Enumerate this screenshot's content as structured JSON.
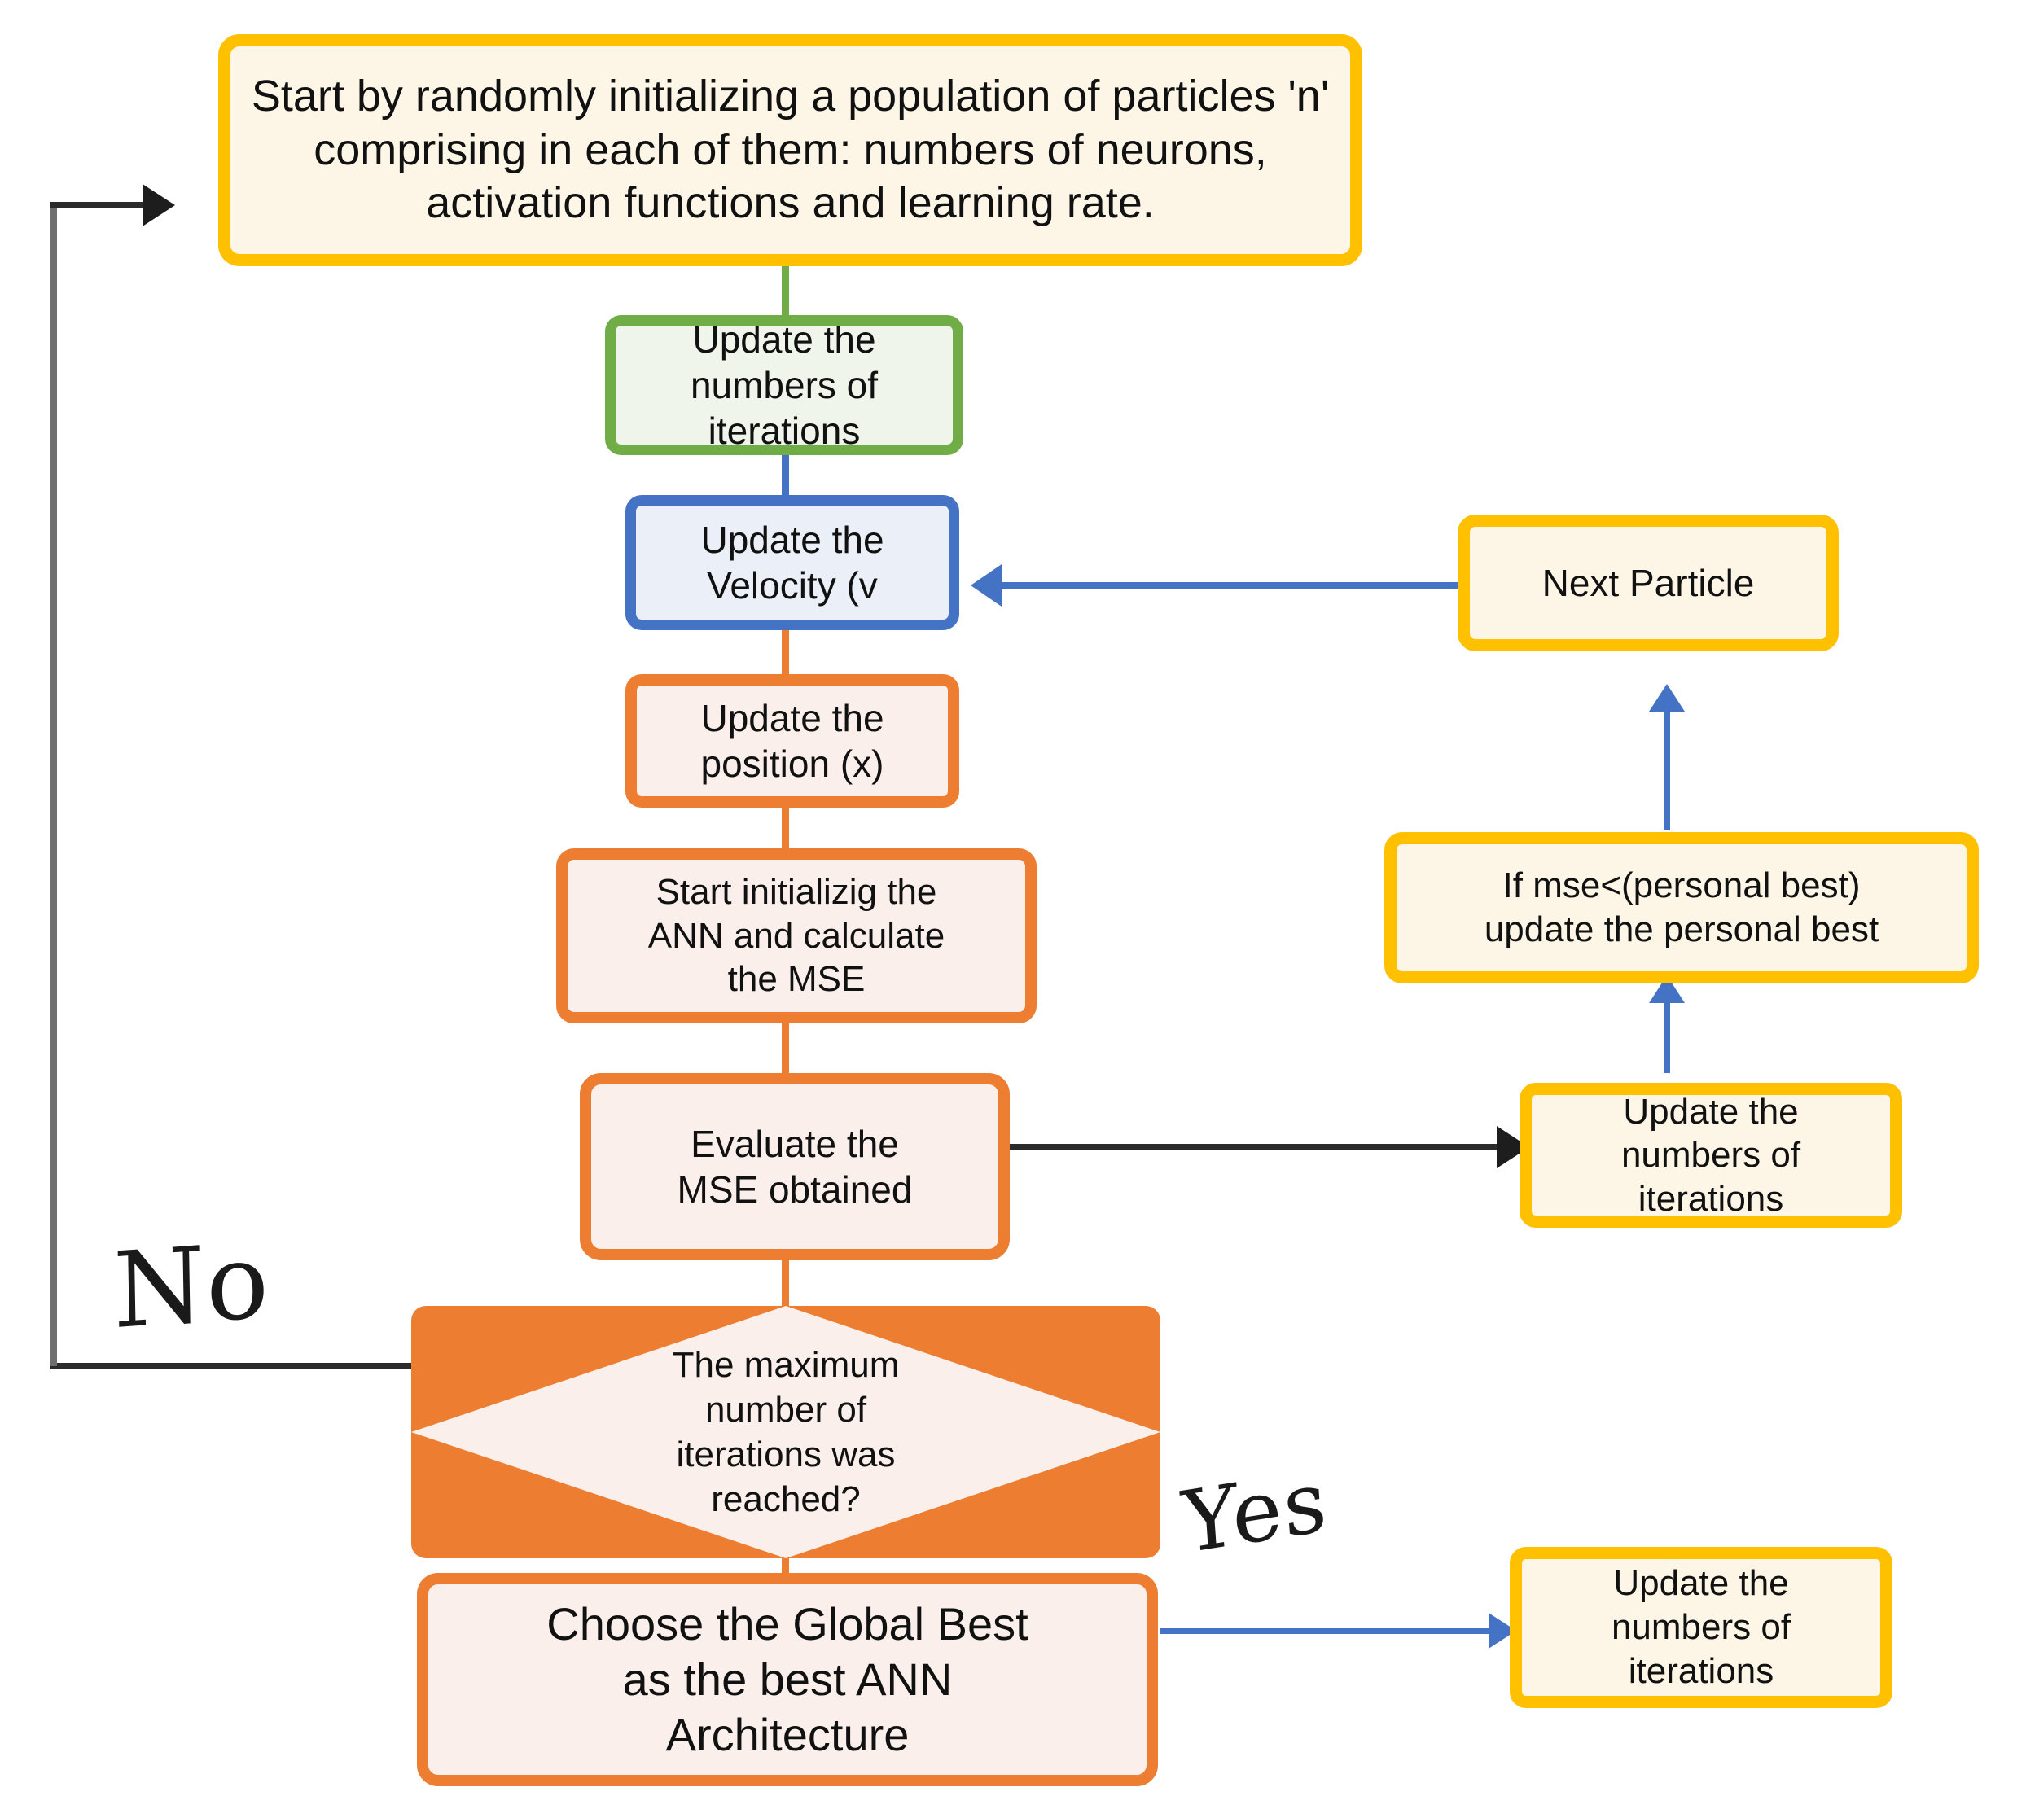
{
  "diagram": {
    "title": "PSO-ANN hyperparameter optimization flowchart",
    "colors": {
      "yellow": "#FFC000",
      "yellow_fill": "#FDF6E6",
      "green": "#70AD47",
      "green_fill": "#EFF5EA",
      "blue": "#4472C4",
      "blue_fill": "#EBF0F8",
      "orange": "#ED7D31",
      "orange_fill": "#FAEFEA",
      "black": "#1d1d1d"
    },
    "nodes": {
      "start": "Start by randomly initializing a population of particles 'n' comprising in each of them: numbers of neurons, activation functions and learning rate.",
      "update_iterations_top": "Update the\nnumbers of\niterations",
      "update_velocity": "Update the\nVelocity (v",
      "update_position": "Update the\nposition (x)",
      "init_ann": "Start initializig the\nANN and calculate\nthe MSE",
      "evaluate_mse": "Evaluate the\nMSE obtained",
      "decision": "The maximum\nnumber of\niterations was\nreached?",
      "choose_global_best": "Choose the Global Best\nas the best ANN\nArchitecture",
      "next_particle": "Next Particle",
      "personal_best": "If mse<(personal best)\nupdate the personal best",
      "update_iterations_right": "Update the\nnumbers of\niterations",
      "update_iterations_bottom": "Update the\nnumbers of\niterations"
    },
    "labels": {
      "no": "No",
      "yes": "Yes"
    },
    "edges": [
      {
        "name": "start-to-iterations",
        "color": "#70AD47"
      },
      {
        "name": "iterations-to-velocity",
        "color": "#4472C4"
      },
      {
        "name": "velocity-to-position",
        "color": "#ED7D31"
      },
      {
        "name": "position-to-init-ann",
        "color": "#ED7D31"
      },
      {
        "name": "init-ann-to-evaluate",
        "color": "#ED7D31"
      },
      {
        "name": "evaluate-to-decision",
        "color": "#ED7D31"
      },
      {
        "name": "evaluate-to-update-iterations-right",
        "color": "#1d1d1d"
      },
      {
        "name": "update-iterations-right-to-personal-best",
        "color": "#4472C4"
      },
      {
        "name": "personal-best-to-next-particle",
        "color": "#4472C4"
      },
      {
        "name": "next-particle-to-velocity",
        "color": "#4472C4"
      },
      {
        "name": "decision-no-to-start",
        "color": "#1d1d1d"
      },
      {
        "name": "decision-to-global-best",
        "color": "#ED7D31"
      },
      {
        "name": "global-best-to-update-iterations-bottom",
        "color": "#4472C4"
      }
    ]
  }
}
